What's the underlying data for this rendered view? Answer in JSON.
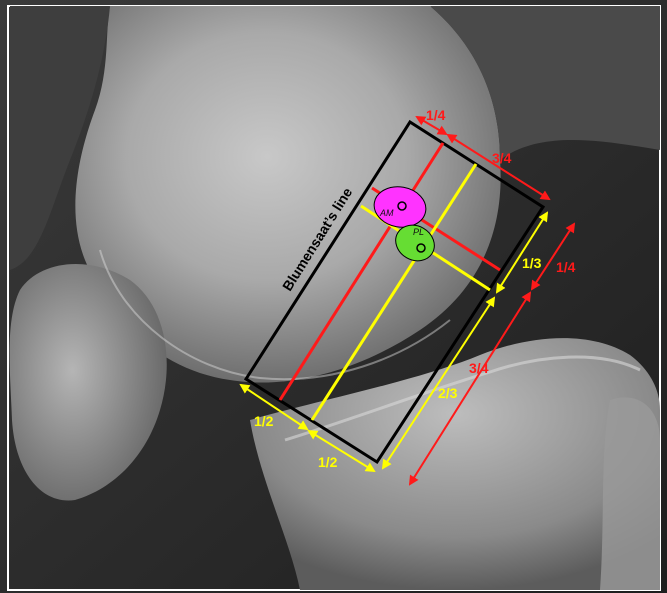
{
  "colors": {
    "frame": "#000000",
    "red": "#ff1a1a",
    "yellow": "#ffff00",
    "am_bundle": "#ff33ff",
    "pl_bundle": "#66dd33",
    "bone_dark": "#2a2a2a",
    "bone_light": "#d9d9d9"
  },
  "labels": {
    "blumensaat": "Blumensaat’s line",
    "am": "AM",
    "pl": "PL",
    "top_quarter": "1/4",
    "top_three_quarter": "3/4",
    "right_third": "1/3",
    "right_quarter": "1/4",
    "right_two_third": "2/3",
    "right_three_quarter": "3/4",
    "bottom_half_left": "1/2",
    "bottom_half_right": "1/2"
  }
}
